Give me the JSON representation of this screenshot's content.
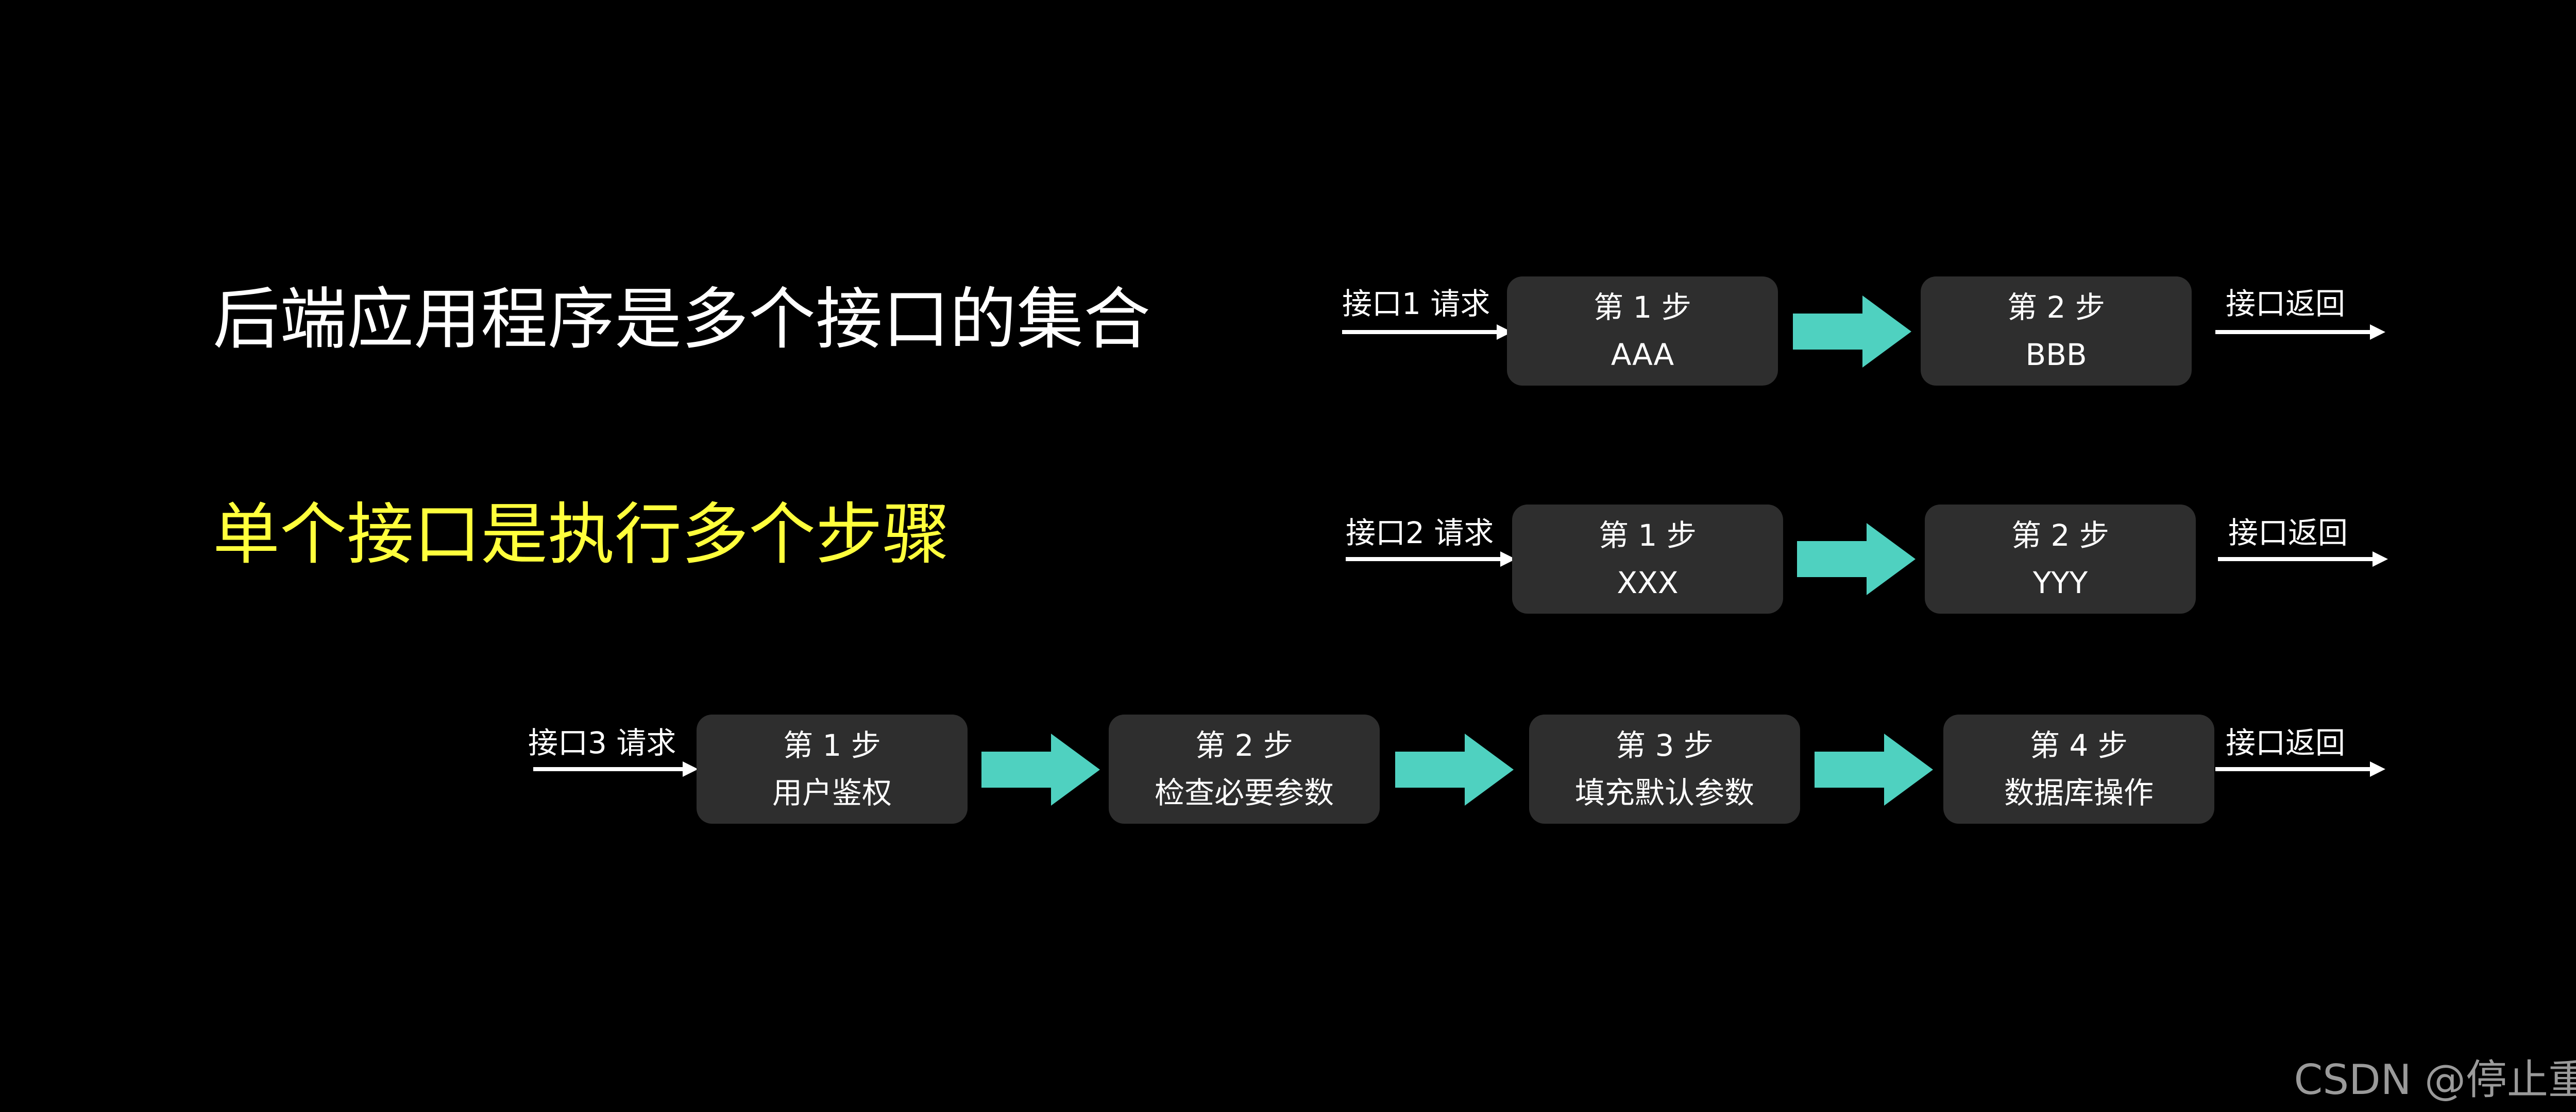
{
  "colors": {
    "background": "#000000",
    "box": "#2e2e2e",
    "accent_arrow": "#4fd1c0",
    "subtitle": "#ffff3c",
    "text": "#ffffff",
    "watermark": "#9a9a9a"
  },
  "headlines": {
    "main": "后端应用程序是多个接口的集合",
    "sub": "单个接口是执行多个步骤"
  },
  "flows": [
    {
      "request": "接口1 请求",
      "response": "接口返回",
      "steps": [
        {
          "label": "第 1 步",
          "desc": "AAA"
        },
        {
          "label": "第 2 步",
          "desc": "BBB"
        }
      ]
    },
    {
      "request": "接口2 请求",
      "response": "接口返回",
      "steps": [
        {
          "label": "第 1 步",
          "desc": "XXX"
        },
        {
          "label": "第 2 步",
          "desc": "YYY"
        }
      ]
    },
    {
      "request": "接口3 请求",
      "response": "接口返回",
      "steps": [
        {
          "label": "第 1 步",
          "desc": "用户鉴权"
        },
        {
          "label": "第 2 步",
          "desc": "检查必要参数"
        },
        {
          "label": "第 3 步",
          "desc": "填充默认参数"
        },
        {
          "label": "第 4 步",
          "desc": "数据库操作"
        }
      ]
    }
  ],
  "watermark": "CSDN @停止重构"
}
